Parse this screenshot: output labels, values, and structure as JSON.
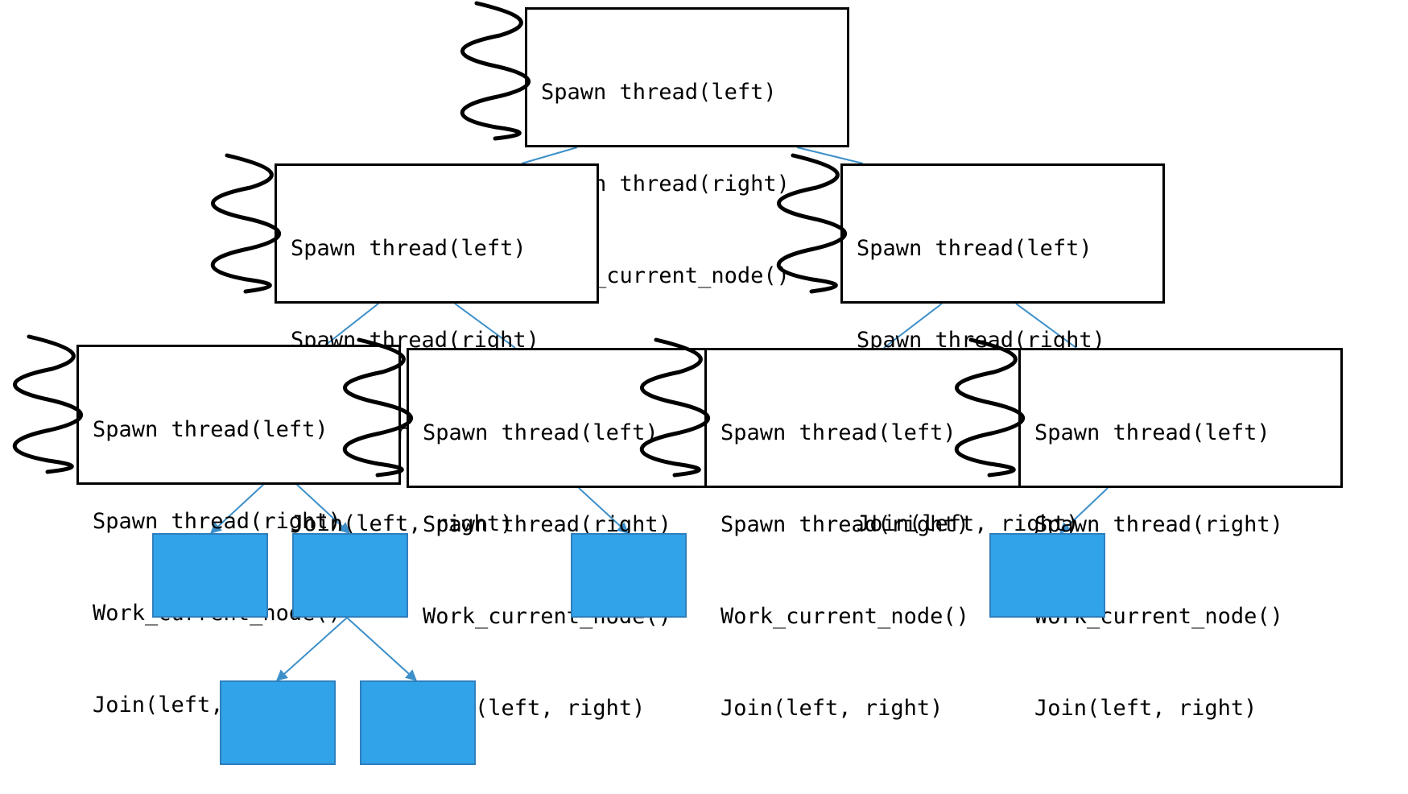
{
  "code_block": {
    "lines": [
      "Spawn thread(left)",
      "Spawn thread(right)",
      "Work_current_node()",
      "Join(left, right)"
    ]
  },
  "colors": {
    "connector": "#3c8fc9",
    "node_fill": "#31a3e9",
    "node_border": "#2f7fbd",
    "thread": "#000000",
    "box_border": "#000000"
  },
  "icons": {
    "thread": "thread-squiggle-icon",
    "arrow": "arrowhead-icon"
  }
}
